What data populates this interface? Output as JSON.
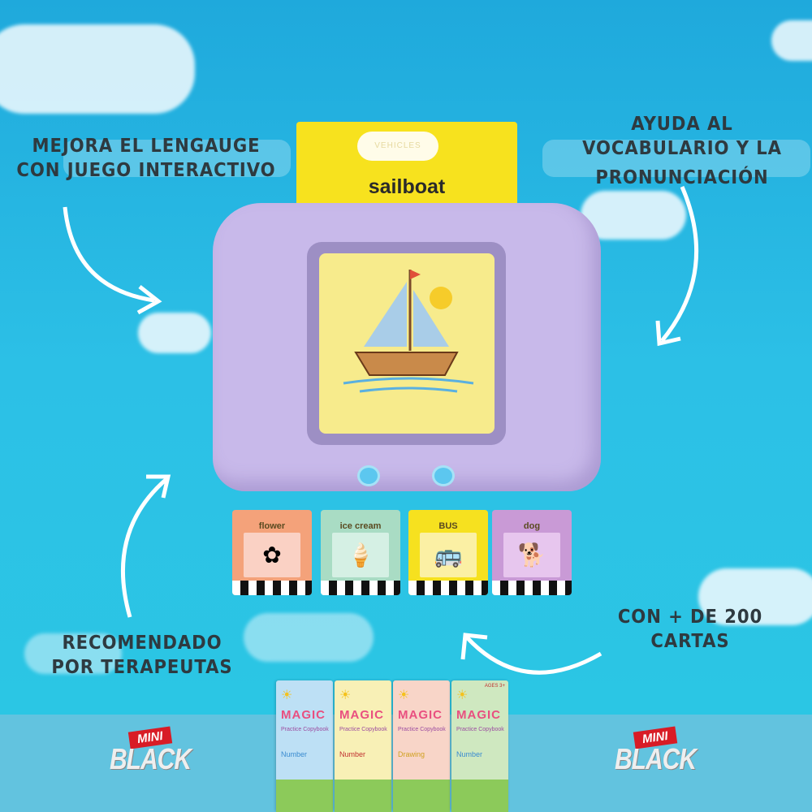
{
  "captions": {
    "top_left": [
      "Mejora el lengauge",
      "con juego interactivo"
    ],
    "top_right": [
      "Ayuda al",
      "vocabulario y la",
      "pronunciación"
    ],
    "bottom_left": [
      "Recomendado",
      "por terapeutas"
    ],
    "bottom_right": [
      "Con + de 200",
      "cartas"
    ]
  },
  "device": {
    "card_category": "VEHICLES",
    "card_word": "sailboat",
    "color": "#c8b9ea"
  },
  "cards": [
    {
      "label": "flower",
      "color": "#f4a27a",
      "icon": "flower-icon"
    },
    {
      "label": "ice cream",
      "color": "#a9dcc4",
      "icon": "ice-cream-icon"
    },
    {
      "label": "BUS",
      "color": "#f6e11f",
      "icon": "bus-icon"
    },
    {
      "label": "dog",
      "color": "#c99ad6",
      "icon": "dog-icon"
    }
  ],
  "books": [
    {
      "title": "MAGIC",
      "subtitle": "Practice Copybook",
      "topic": "Number",
      "color": "#bde0f5"
    },
    {
      "title": "MAGIC",
      "subtitle": "Practice Copybook",
      "topic": "Number",
      "color": "#f8f0b6"
    },
    {
      "title": "MAGIC",
      "subtitle": "Practice Copybook",
      "topic": "Drawing",
      "color": "#f8d5c8"
    },
    {
      "title": "MAGIC",
      "subtitle": "Practice Copybook",
      "topic": "Number",
      "color": "#cfe8c0",
      "age": "AGES 3+"
    }
  ],
  "logo": {
    "line1": "MINI",
    "line2": "BLACK"
  },
  "colors": {
    "sky": "#2cc0e6",
    "band": "#62c3df",
    "text": "#2e3a40"
  }
}
